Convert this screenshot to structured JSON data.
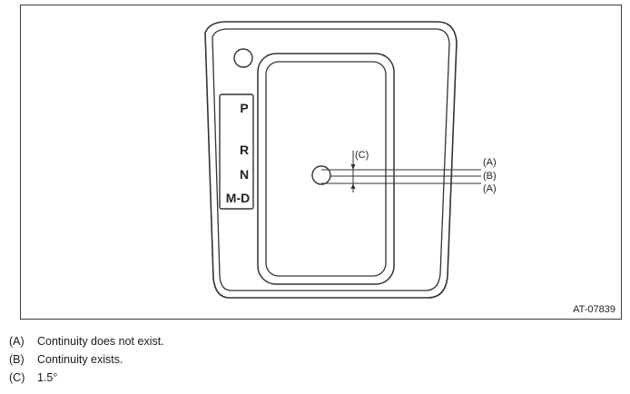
{
  "diagram": {
    "gear_positions": [
      "P",
      "R",
      "N",
      "M-D"
    ],
    "callouts": {
      "c": "(C)",
      "a_top": "(A)",
      "b": "(B)",
      "a_bottom": "(A)"
    },
    "figure_code": "AT-07839"
  },
  "legend": [
    {
      "key": "(A)",
      "text": "Continuity does not exist."
    },
    {
      "key": "(B)",
      "text": "Continuity exists."
    },
    {
      "key": "(C)",
      "text": "1.5°"
    }
  ]
}
